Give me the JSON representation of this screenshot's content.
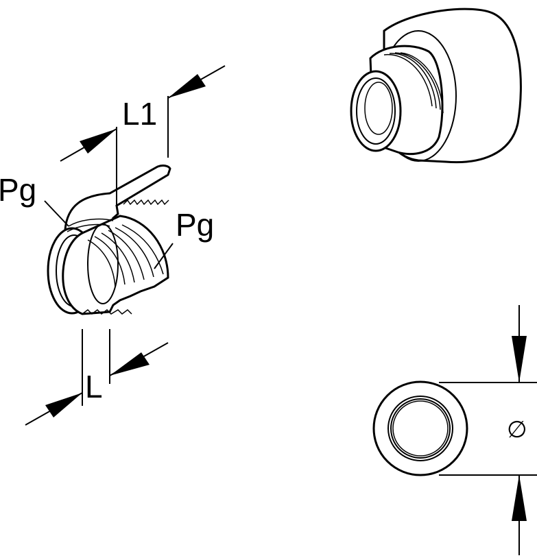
{
  "labels": {
    "l1": "L1",
    "pg_left": "Pg",
    "pg_right": "Pg",
    "l": "L",
    "diameter": "∅"
  },
  "colors": {
    "stroke": "#000000",
    "fill": "#ffffff"
  }
}
